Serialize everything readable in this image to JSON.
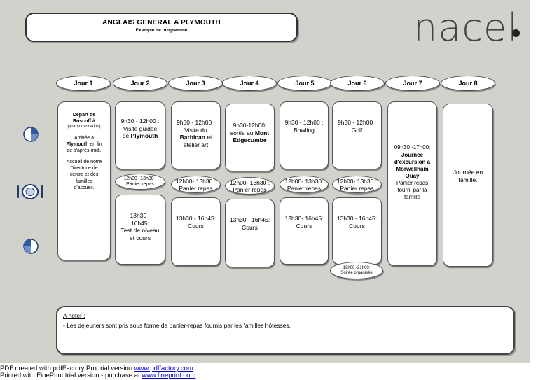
{
  "header": {
    "title": "ANGLAIS GENERAL A PLYMOUTH",
    "subtitle": "Exemple de programme",
    "logo_text": "nacel"
  },
  "days": [
    "Jour 1",
    "Jour 2",
    "Jour 3",
    "Jour 4",
    "Jour 5",
    "Jour 6",
    "Jour 7",
    "Jour 8"
  ],
  "col1": {
    "line1": "Départ de",
    "line2": "Roscoff à",
    "line3": "(voir convocation)",
    "line4": "Arrivée à",
    "line5a": "Plymouth",
    "line5b": " en fin",
    "line6": "de s'après-midi.",
    "line7": "Accueil de notre",
    "line8": "Directrice de",
    "line9": "centre et des",
    "line10": "familles",
    "line11": "d'accueil."
  },
  "morning": {
    "d2_a": "9h30 - 12h00 :",
    "d2_b": "Visite guidée",
    "d2_c": "de ",
    "d2_d": "Plymouth",
    "d3_a": "9h30 - 12h00 :",
    "d3_b": "Visite du",
    "d3_c": "Barbican",
    "d3_d": " et",
    "d3_e": "atelier art",
    "d4_a": "9h30-12h00:",
    "d4_b": "sortie au ",
    "d4_c": "Mont",
    "d4_d": "Edgecumbe",
    "d5_a": "9h30 - 12h00 :",
    "d5_b": "Bowling",
    "d6_a": "9h30 - 12h00 :",
    "d6_b": "Golf"
  },
  "lunch": {
    "d2_a": "12h00- 13h30 :",
    "d2_b": "Panier repas",
    "d3_a": "12h00- 13h30 :",
    "d3_b": "Panier repas",
    "d4_a": "12h00- 13h30 :",
    "d4_b": "Panier repas",
    "d5_a": "12h00- 13h30:",
    "d5_b": "Panier repas",
    "d6_a": "12h00- 13h30 :",
    "d6_b": "Panier repas"
  },
  "afternoon": {
    "d2_a": "13h30 -",
    "d2_b": "16h45:",
    "d2_c": "Test de niveau",
    "d2_d": "et cours",
    "d3_a": "13h30 - 16h45:",
    "d3_b": "Cours",
    "d4_a": "13h30 - 16h45:",
    "d4_b": "Cours",
    "d5_a": "13h30- 16h45:",
    "d5_b": "Cours",
    "d6_a": "13h30 - 16h45:",
    "d6_b": "Cours"
  },
  "evening": {
    "d6_a": "19h00 -21h00:",
    "d6_b": "Soirée organisée"
  },
  "col7": {
    "a": "09h30 -17h00:",
    "b": "Journée",
    "c": "d'excursion à",
    "d": "Morwellham",
    "e": "Quay",
    "f": "Panier repas",
    "g": "fourni par la",
    "h": "famille"
  },
  "col8": {
    "a": "Journée en",
    "b": "famille."
  },
  "note": {
    "heading": "A noter :",
    "text": "- Les déjeuners sont pris sous forme de panier-repas fournis par les familles hôtesses."
  },
  "footer": {
    "line1_prefix": "PDF created with pdfFactory Pro trial version ",
    "line1_link": "www.pdffactory.com",
    "line2_prefix": "Printed with FinePrint trial version - purchase at ",
    "line2_link": "www.fineprint.com"
  },
  "icons": [
    "clock-morning-icon",
    "plate-lunch-icon",
    "clock-afternoon-icon"
  ]
}
